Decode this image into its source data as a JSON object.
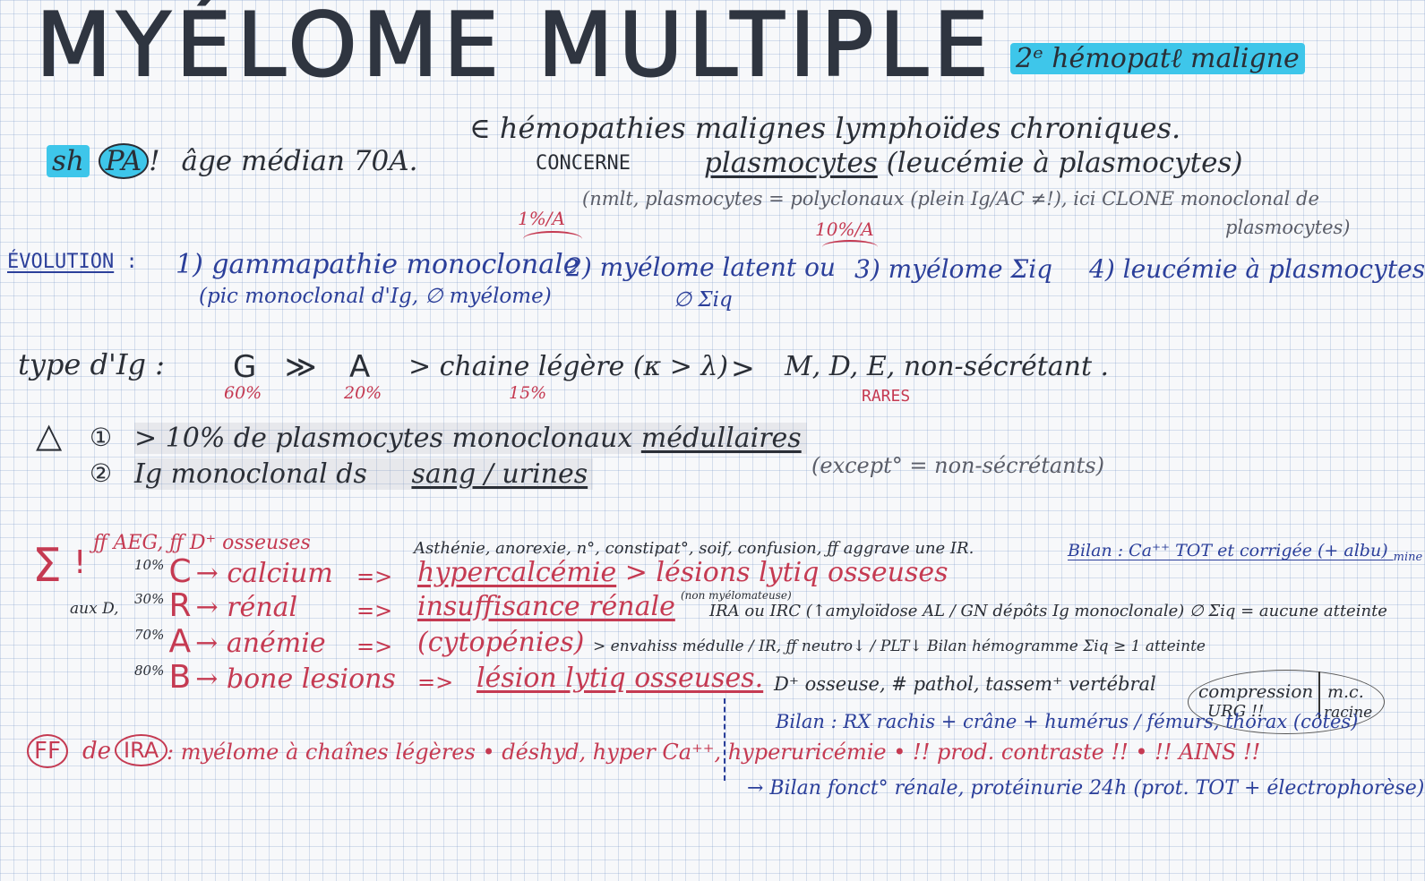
{
  "title": "MYÉLOME MULTIPLE",
  "title_note": "2ᵉ hémopatℓ maligne",
  "subtitle": "∈ hémopathies malignes lymphoïdes chroniques.",
  "sh": {
    "label": "sh",
    "pa": "PA",
    "excl": "!",
    "age": "âge médian 70A."
  },
  "concerne": {
    "label": "CONCERNE",
    "text": "plasmocytes",
    "paren": "(leucémie à plasmocytes)"
  },
  "nmlt": "(nmlt, plasmocytes = polyclonaux (plein Ig/AC ≠!), ici CLONE monoclonal de",
  "nmlt_end": "plasmocytes)",
  "evolution": {
    "label": "ÉVOLUTION",
    "colon": ":",
    "pct1": "1%/A",
    "pct2": "10%/A",
    "s1": "1) gammapathie monoclonale",
    "s1_sub": "(pic monoclonal d'Ig, ∅ myélome)",
    "s2": "2) myélome latent ou",
    "s2_sub": "∅ Σiq",
    "s3": "3) myélome Σiq",
    "s4": "4) leucémie à plasmocytes"
  },
  "type_ig": {
    "label": "type d'Ig :",
    "g": "G",
    "gg": "≫",
    "a": "A",
    "chain": "> chaine légère (κ > λ)",
    "gt": ">",
    "rest": "M, D, E, non-sécrétant .",
    "pg": "60%",
    "pa": "20%",
    "pc": "15%",
    "rares": "RARES"
  },
  "criteria": {
    "delta": "△",
    "c1_num": "①",
    "c1": "> 10% de plasmocytes monoclonaux",
    "c1_u": "médullaires",
    "c2_num": "②",
    "c2": "Ig monoclonal ds",
    "c2_u": "sang / urines",
    "except": "(except° = non-sécrétants)"
  },
  "symptoms": {
    "sigma": "Σ",
    "excl": "!",
    "top": "ƒƒ AEG, ƒƒ D⁺ osseuses",
    "top_list": "Asthénie, anorexie, n°, constipat°, soif, confusion, ƒƒ aggrave une IR.",
    "bilan1": "Bilan : Ca⁺⁺ TOT et corrigée (+ albu) ",
    "bilan1_small": "mine",
    "rows": [
      {
        "pct": "10%",
        "letter": "C",
        "word": "→ calcium",
        "arrow": "=>",
        "result": "hypercalcémie",
        "extra": "> lésions lytiq osseuses"
      },
      {
        "pct": "30%",
        "letter": "R",
        "word": "→ rénal",
        "arrow": "=>",
        "result": "insuffisance rénale",
        "extra": "IRA ou IRC (↑amyloïdose AL / GN dépôts Ig monoclonale)  ∅ Σiq = aucune atteinte"
      },
      {
        "pct": "70%",
        "letter": "A",
        "word": "→ anémie",
        "arrow": "=>",
        "result": "(cytopénies)",
        "extra": "> envahiss médulle / IR, ƒƒ neutro↓ / PLT↓ Bilan hémogramme  Σiq ≥ 1 atteinte"
      },
      {
        "pct": "80%",
        "letter": "B",
        "word": "→ bone lesions",
        "arrow": "=>",
        "result": "lésion lytiq osseuses.",
        "extra": "D⁺ osseuse, # pathol, tassem⁺ vertébral"
      }
    ],
    "aux_d": "aux D,",
    "myelo_note": "(non myélomateuse)",
    "compression": "compression",
    "urg": "URG !!",
    "mc": "m.c.",
    "racine": "racine",
    "bilan_rx": "Bilan : RX rachis + crâne + humérus / fémurs, thorax (côtes)"
  },
  "ff": {
    "label": "FF",
    "de": "de",
    "ira": "IRA",
    "text": ": myélome à chaînes légères • déshyd, hyper Ca⁺⁺, hyperuricémie • !! prod. contraste !! • !! AINS !!",
    "bilan": "→ Bilan fonct° rénale, protéinurie 24h (prot. TOT + électrophorèse)"
  }
}
